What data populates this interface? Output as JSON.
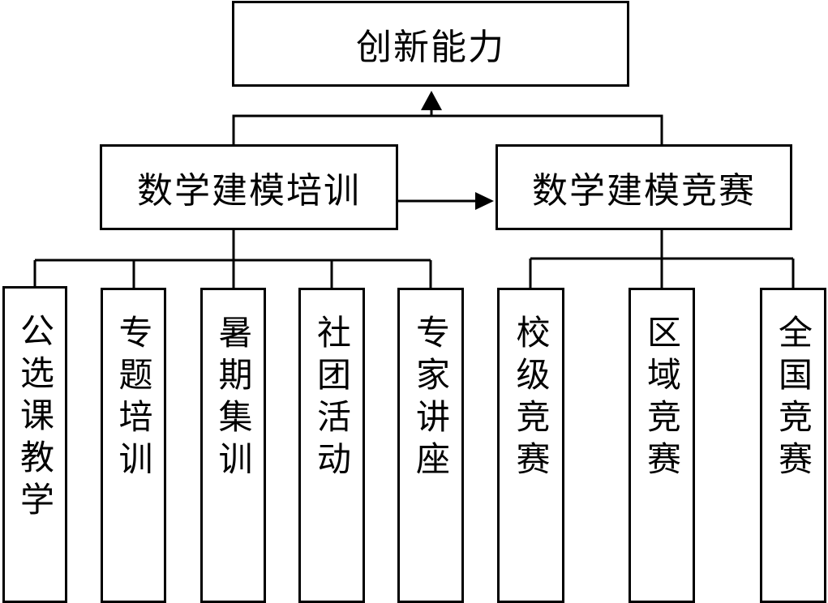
{
  "root": {
    "label": "创新能力"
  },
  "training": {
    "label": "数学建模培训",
    "children": [
      "公选课教学",
      "专题培训",
      "暑期集训",
      "社团活动",
      "专家讲座"
    ]
  },
  "competition": {
    "label": "数学建模竞赛",
    "children": [
      "校级竞赛",
      "区域竞赛",
      "全国竞赛"
    ]
  }
}
